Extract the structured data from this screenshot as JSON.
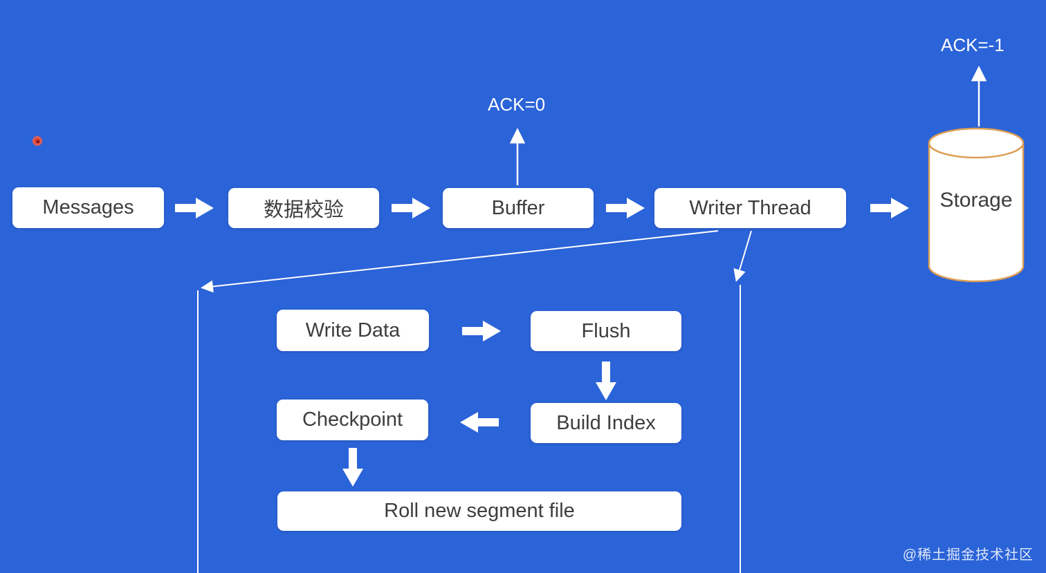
{
  "flow": {
    "messages": "Messages",
    "validation": "数据校验",
    "buffer": "Buffer",
    "writer_thread": "Writer Thread",
    "storage": "Storage"
  },
  "subflow": {
    "write_data": "Write Data",
    "flush": "Flush",
    "build_index": "Build Index",
    "checkpoint": "Checkpoint",
    "roll_new_segment": "Roll new segment file"
  },
  "labels": {
    "ack0": "ACK=0",
    "ack_minus1": "ACK=-1"
  },
  "colors": {
    "background": "#2b63d8",
    "node_fill": "#ffffff",
    "node_text": "#3d3d3d",
    "cylinder_stroke": "#dd9e55",
    "line": "#ffffff"
  },
  "watermark": "@稀土掘金技术社区"
}
